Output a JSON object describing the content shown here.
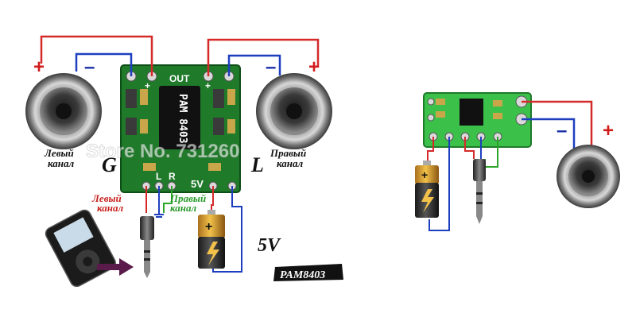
{
  "left_diagram": {
    "board_out_label": "OUT",
    "chip_label": "PAM 8403",
    "pin_left": "L",
    "pin_right": "R",
    "pin_5v": "5V",
    "left_speaker_label_line1": "Левый",
    "left_speaker_label_line2": "канал",
    "right_speaker_label_line1": "Правый",
    "right_speaker_label_line2": "канал",
    "left_channel_wire_line1": "Левый",
    "left_channel_wire_line2": "канал",
    "right_channel_wire_line1": "Правый",
    "right_channel_wire_line2": "канал",
    "gnd_fragment": "G",
    "l_fragment": "L",
    "voltage_label": "5V",
    "model_badge": "PAM8403",
    "watermark": "Store No. 731260",
    "plus_sign": "+",
    "minus_sign": "–",
    "in_plus": "+"
  },
  "right_diagram": {
    "plus_sign": "+",
    "minus_sign": "–",
    "battery_plus": "+"
  },
  "colors": {
    "wire_red": "#d42a2a",
    "wire_blue": "#1d3fbf",
    "wire_green": "#2aa52a",
    "board_green": "#1f7a2a",
    "board_light": "#3bc14a",
    "sign_red": "#d21b1b",
    "sign_blue": "#1a2fa8",
    "label_red": "#c8231f",
    "label_green": "#2a9a2a"
  }
}
